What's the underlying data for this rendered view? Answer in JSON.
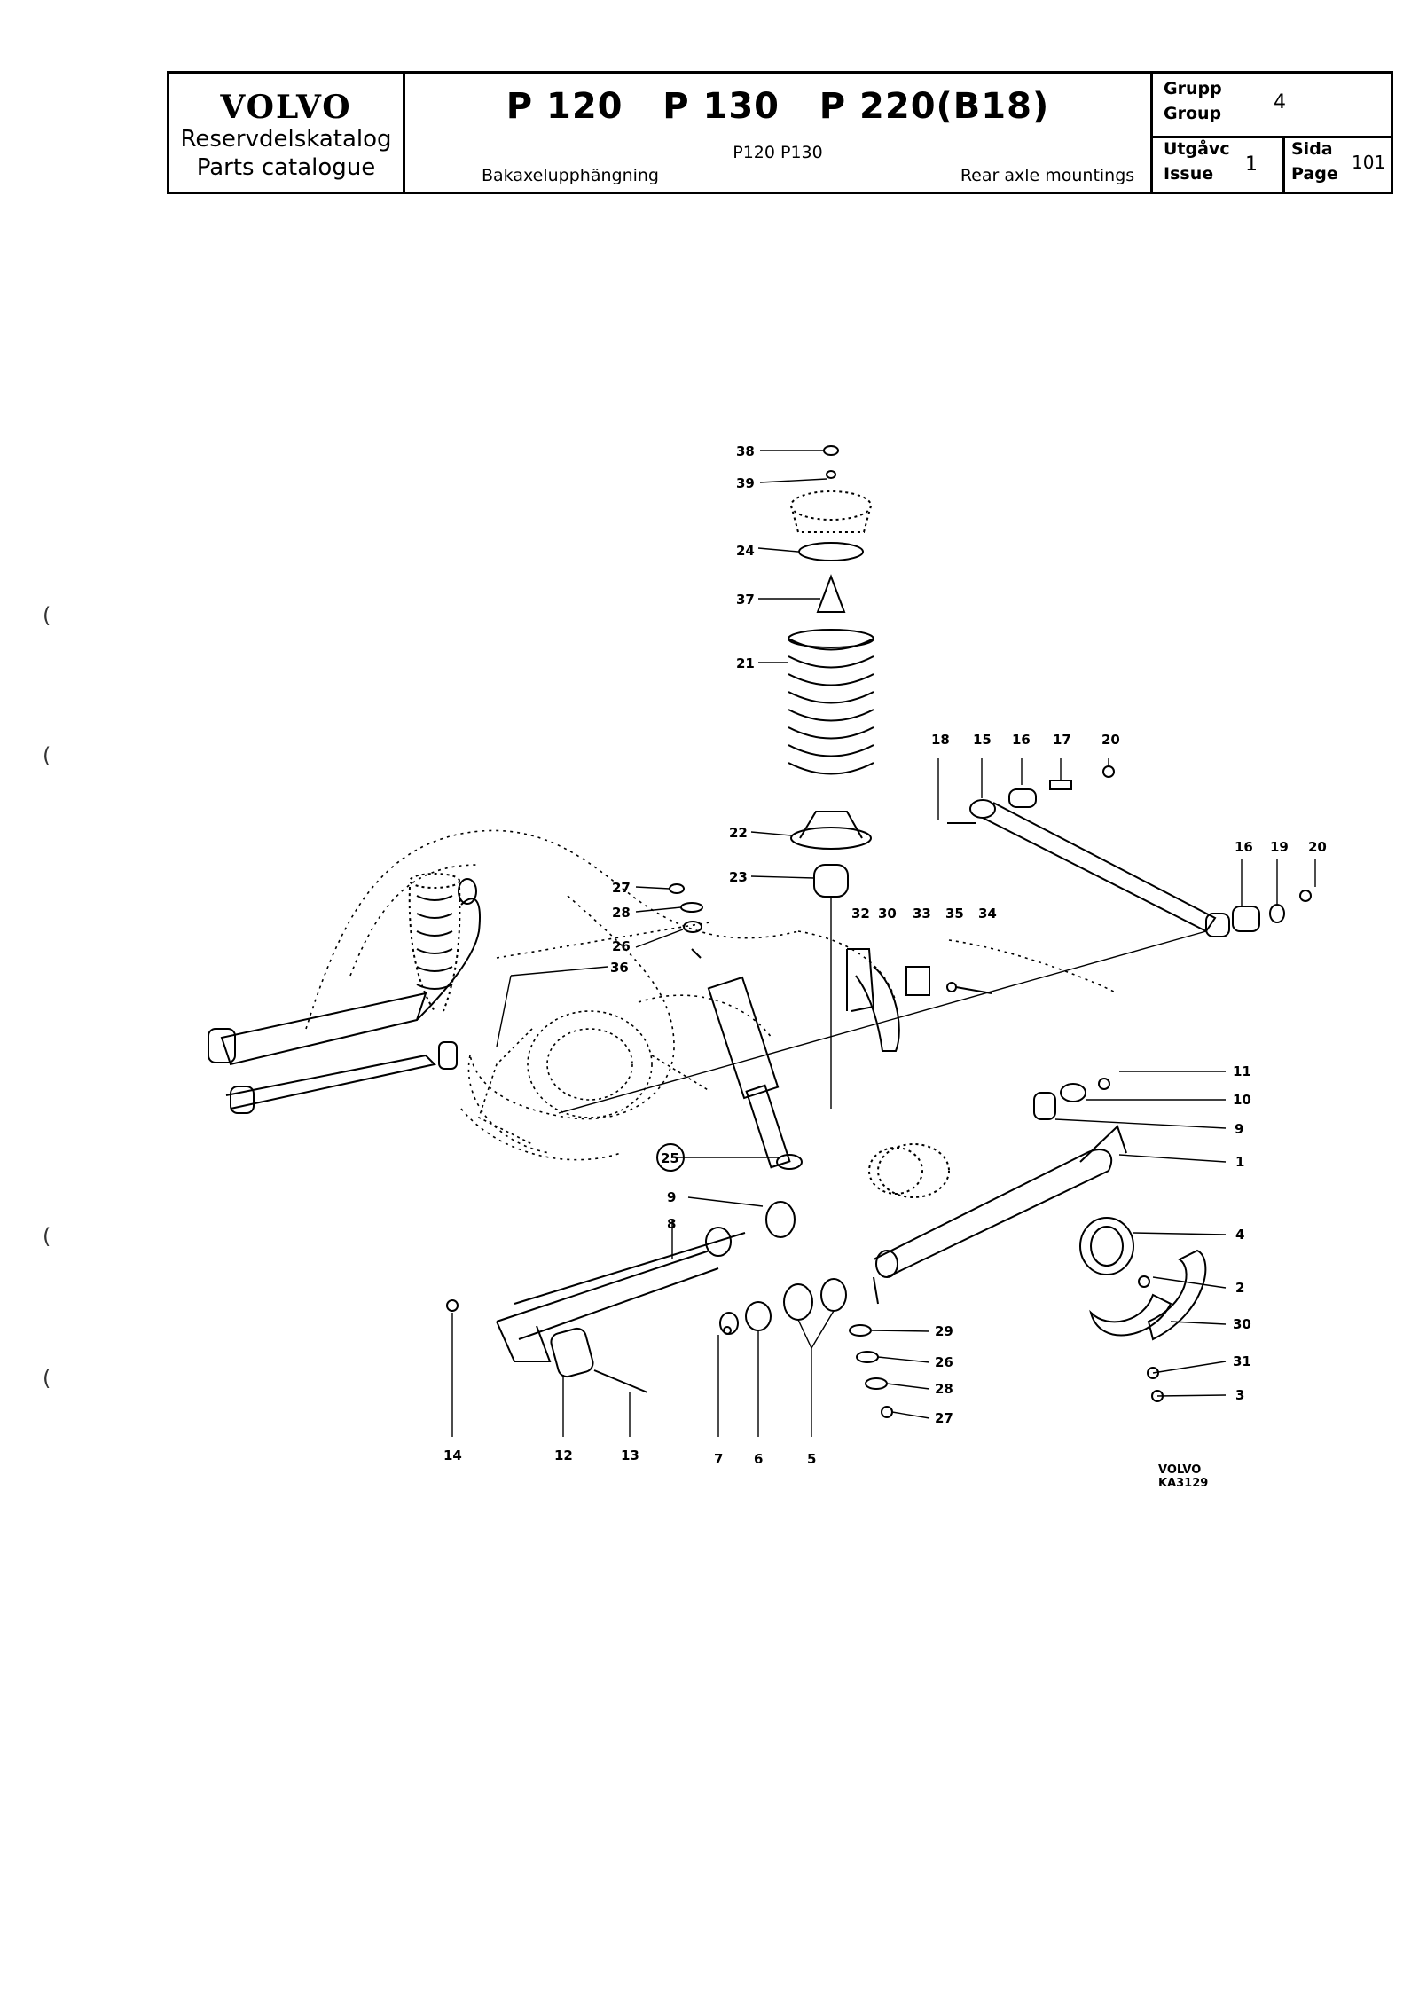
{
  "header": {
    "brand_logo": "VOLVO",
    "brand_line1": "Reservdelskatalog",
    "brand_line2": "Parts catalogue",
    "models": "P 120   P 130   P 220(B18)",
    "sub_models": "P120 P130",
    "title_sv": "Bakaxelupphängning",
    "title_en": "Rear axle mountings",
    "group_label_sv": "Grupp",
    "group_label_en": "Group",
    "group_value": "4",
    "issue_label_sv": "Utgåvc",
    "issue_label_en": "Issue",
    "issue_value": "1",
    "page_label_sv": "Sida",
    "page_label_en": "Page",
    "page_value": "101"
  },
  "diagram": {
    "part_numbers": [
      "38",
      "39",
      "24",
      "37",
      "21",
      "22",
      "23",
      "27",
      "28",
      "26",
      "36",
      "18",
      "15",
      "16",
      "17",
      "20",
      "16",
      "19",
      "20",
      "32",
      "30",
      "33",
      "35",
      "34",
      "11",
      "10",
      "9",
      "1",
      "4",
      "2",
      "30",
      "31",
      "3",
      "29",
      "26",
      "28",
      "27",
      "25",
      "9",
      "8",
      "14",
      "12",
      "13",
      "7",
      "6",
      "5"
    ],
    "stamp_line1": "VOLVO",
    "stamp_line2": "KA3129"
  }
}
